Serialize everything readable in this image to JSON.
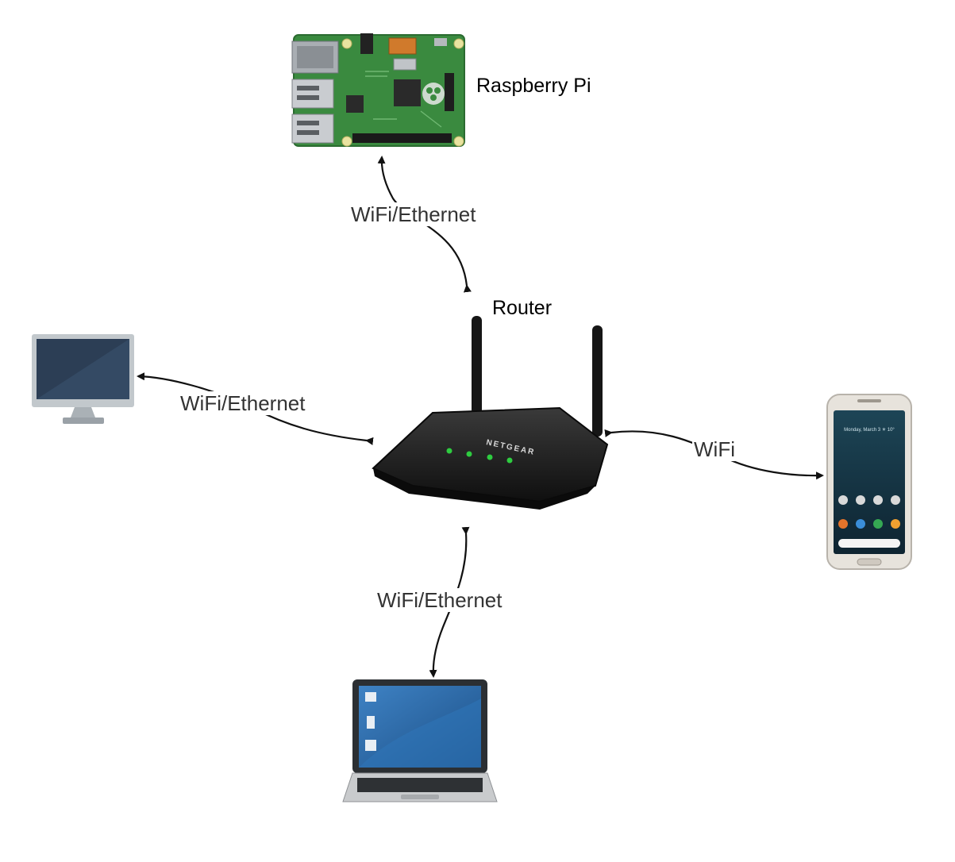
{
  "nodes": {
    "raspberry_pi": {
      "label": "Raspberry Pi",
      "icon": "raspberry-pi-board-icon"
    },
    "router": {
      "label": "Router",
      "brand_text": "NETGEAR",
      "icon": "wifi-router-icon"
    },
    "desktop": {
      "label": "",
      "icon": "desktop-monitor-icon"
    },
    "phone": {
      "label": "",
      "icon": "smartphone-icon",
      "screen_date": "Monday, March 3 ☀ 10°"
    },
    "laptop": {
      "label": "",
      "icon": "laptop-icon"
    }
  },
  "edges": {
    "router_pi": {
      "label": "WiFi/Ethernet"
    },
    "router_desktop": {
      "label": "WiFi/Ethernet"
    },
    "router_phone": {
      "label": "WiFi"
    },
    "router_laptop": {
      "label": "WiFi/Ethernet"
    }
  },
  "colors": {
    "pcb_green": "#3a8a3f",
    "router_body": "#1c1c1c",
    "router_led": "#2ecc40",
    "monitor_screen": "#2c3e55",
    "monitor_frame": "#c2c8cc",
    "phone_screen": "#17384a",
    "laptop_screen": "#2a6aa8",
    "arrow": "#111111",
    "label_text": "#333333"
  }
}
